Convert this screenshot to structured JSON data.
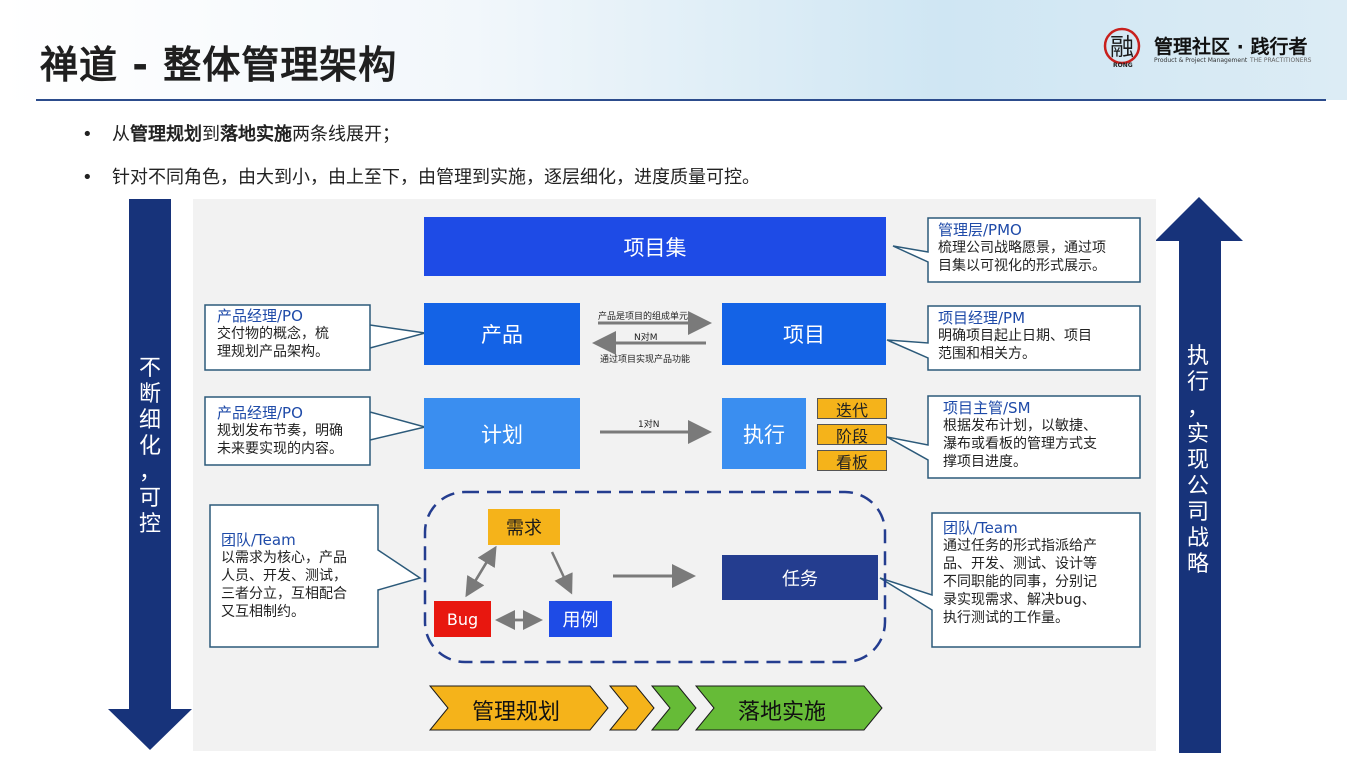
{
  "header": {
    "title": "禅道 - 整体管理架构",
    "logo_char": "融",
    "logo_rong": "RONG",
    "logo_main": "管理社区 · 践行者",
    "logo_sub_left": "Product & Project Management",
    "logo_sub_right": "THE PRACTITIONERS"
  },
  "bullets": {
    "b1": {
      "pre": "从",
      "bold1": "管理规划",
      "mid": "到",
      "bold2": "落地实施",
      "post": "两条线展开；"
    },
    "b2": "针对不同角色，由大到小，由上至下，由管理到实施，逐层细化，进度质量可控。"
  },
  "left_arrow": [
    "不",
    "断",
    "细",
    "化",
    "，",
    "可",
    "控"
  ],
  "right_arrow": [
    "执",
    "行",
    "，",
    "实",
    "现",
    "公",
    "司",
    "战",
    "略"
  ],
  "boxes": {
    "project_set": "项目集",
    "product": "产品",
    "project": "项目",
    "plan": "计划",
    "execute": "执行",
    "requirement": "需求",
    "bug": "Bug",
    "usecase": "用例",
    "task": "任务"
  },
  "execution_tags": [
    "迭代",
    "阶段",
    "看板"
  ],
  "relations": {
    "product_project_top": "产品是项目的组成单元",
    "product_project_mid": "N对M",
    "product_project_bottom": "通过项目实现产品功能",
    "plan_execute": "1对N"
  },
  "annotations": {
    "pmo": {
      "role": "管理层/PMO",
      "lines": [
        "梳理公司战略愿景，通过项",
        "目集以可视化的形式展示。"
      ]
    },
    "pm": {
      "role": "项目经理/PM",
      "lines": [
        "明确项目起止日期、项目",
        "范围和相关方。"
      ]
    },
    "sm": {
      "role": "项目主管/SM",
      "lines": [
        "根据发布计划，以敏捷、",
        "瀑布或看板的管理方式支",
        "撑项目进度。"
      ]
    },
    "team_right": {
      "role": "团队/Team",
      "lines": [
        "通过任务的形式指派给产",
        "品、开发、测试、设计等",
        "不同职能的同事，分别记",
        "录实现需求、解决bug、",
        "执行测试的工作量。"
      ]
    },
    "po_product": {
      "role": "产品经理/PO",
      "lines": [
        "交付物的概念，梳",
        "理规划产品架构。"
      ]
    },
    "po_plan": {
      "role": "产品经理/PO",
      "lines": [
        "规划发布节奏，明确",
        "未来要实现的内容。"
      ]
    },
    "team_left": {
      "role": "团队/Team",
      "lines": [
        "以需求为核心，产品",
        "人员、开发、测试，",
        "三者分立，互相配合",
        "又互相制约。"
      ]
    }
  },
  "bottom_chevrons": {
    "left": "管理规划",
    "right": "落地实施"
  },
  "colors": {
    "dark_blue": "#17337a",
    "royal_blue": "#1e4be6",
    "bright_blue": "#1463e6",
    "light_blue": "#3a8ef0",
    "navy": "#243d8f",
    "yellow": "#f5b31a",
    "red": "#e8170f",
    "green": "#66bb37"
  }
}
